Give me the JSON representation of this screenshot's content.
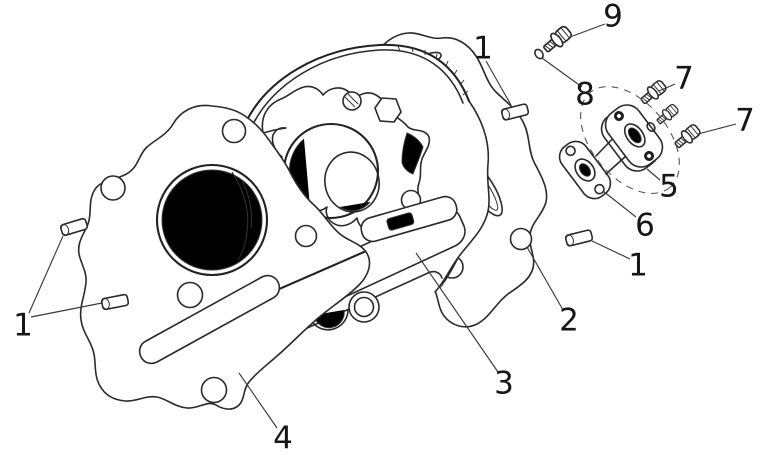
{
  "window": {
    "width": "771",
    "height": "460",
    "background": "#ffffff"
  },
  "diagram": {
    "kind": "exploded-parts-line-drawing",
    "line_color": "#2a2a2a",
    "label_color": "#161616",
    "dashed_group_color": "#555555",
    "callouts": [
      {
        "id": "callout-1-left",
        "label": "1"
      },
      {
        "id": "callout-1-top",
        "label": "1"
      },
      {
        "id": "callout-1-right",
        "label": "1"
      },
      {
        "id": "callout-2",
        "label": "2"
      },
      {
        "id": "callout-3",
        "label": "3"
      },
      {
        "id": "callout-4",
        "label": "4"
      },
      {
        "id": "callout-5",
        "label": "5"
      },
      {
        "id": "callout-6",
        "label": "6"
      },
      {
        "id": "callout-7-upper",
        "label": "7"
      },
      {
        "id": "callout-7-lower",
        "label": "7"
      },
      {
        "id": "callout-8",
        "label": "8"
      },
      {
        "id": "callout-9",
        "label": "9"
      }
    ]
  }
}
